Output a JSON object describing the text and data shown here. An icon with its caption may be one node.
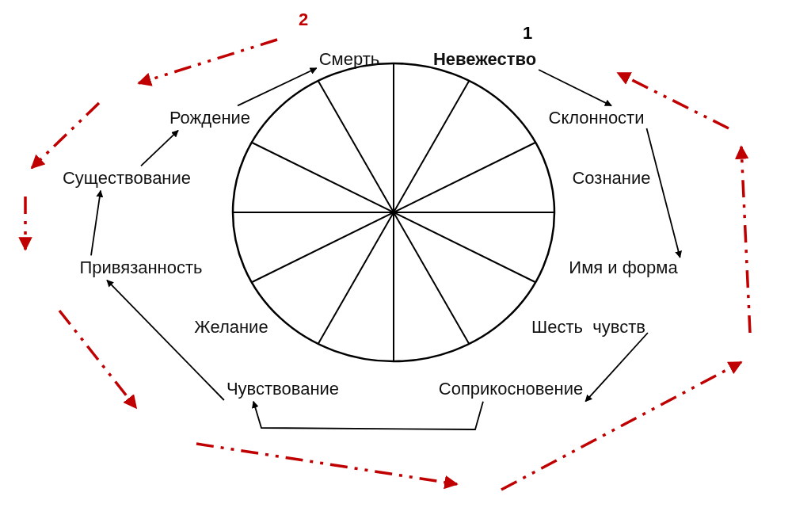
{
  "diagram": {
    "nodes": [
      {
        "text": [
          "Невежество"
        ]
      },
      {
        "text": [
          "Склонности"
        ]
      },
      {
        "text": [
          "Сознание"
        ]
      },
      {
        "text": [
          "Имя и форма"
        ]
      },
      {
        "text": [
          "Шесть  чувств"
        ]
      },
      {
        "text": [
          "Соприкосновение"
        ]
      },
      {
        "text": [
          "Чувствование"
        ]
      },
      {
        "text": [
          "Желание"
        ]
      },
      {
        "text": [
          "Привязанность"
        ]
      },
      {
        "text": [
          "Существование"
        ]
      },
      {
        "text": [
          "Рождение"
        ]
      },
      {
        "text": [
          "Смерть"
        ]
      }
    ],
    "edges": [
      {
        "from": 0,
        "to": 1,
        "arrow": "to"
      },
      {
        "from": 1,
        "to": 3,
        "arrow": "to"
      },
      {
        "from": 4,
        "to": 5,
        "arrow": "to"
      },
      {
        "from": 5,
        "to": 6,
        "arrow": "to"
      },
      {
        "from": 6,
        "to": 8,
        "arrow": "to"
      },
      {
        "from": 8,
        "to": 9,
        "arrow": "to"
      },
      {
        "from": 9,
        "to": 10,
        "arrow": "to"
      },
      {
        "from": 10,
        "to": 11,
        "arrow": "to"
      }
    ],
    "labels": [
      "2",
      "1"
    ]
  }
}
